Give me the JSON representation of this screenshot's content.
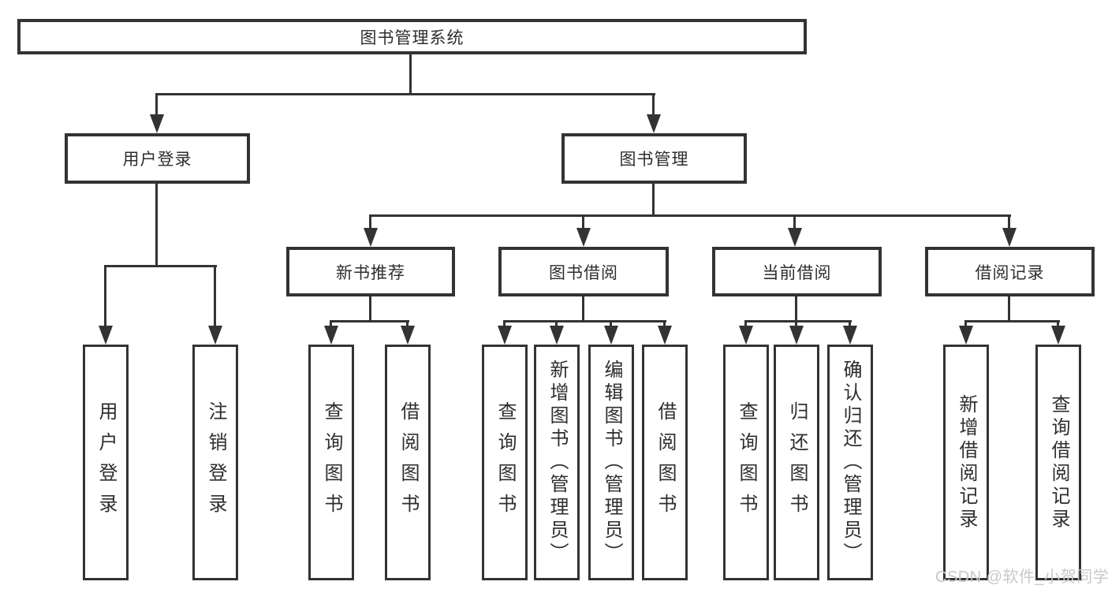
{
  "tree": {
    "root": {
      "label": "图书管理系统",
      "children": [
        {
          "label": "用户登录",
          "children": [
            {
              "label": "用户登录"
            },
            {
              "label": "注销登录"
            }
          ]
        },
        {
          "label": "图书管理",
          "children": [
            {
              "label": "新书推荐",
              "children": [
                {
                  "label": "查询图书"
                },
                {
                  "label": "借阅图书"
                }
              ]
            },
            {
              "label": "图书借阅",
              "children": [
                {
                  "label": "查询图书"
                },
                {
                  "label": "新增图书（管理员）"
                },
                {
                  "label": "编辑图书（管理员）"
                },
                {
                  "label": "借阅图书"
                }
              ]
            },
            {
              "label": "当前借阅",
              "children": [
                {
                  "label": "查询图书"
                },
                {
                  "label": "归还图书"
                },
                {
                  "label": "确认归还（管理员）"
                }
              ]
            },
            {
              "label": "借阅记录",
              "children": [
                {
                  "label": "新增借阅记录"
                },
                {
                  "label": "查询借阅记录"
                }
              ]
            }
          ]
        }
      ]
    }
  },
  "watermark": "CSDN @软件_小贺同学",
  "colors": {
    "line": "#333333",
    "text": "#2e2e2e",
    "watermark": "#c8c8c8",
    "background": "#ffffff"
  }
}
